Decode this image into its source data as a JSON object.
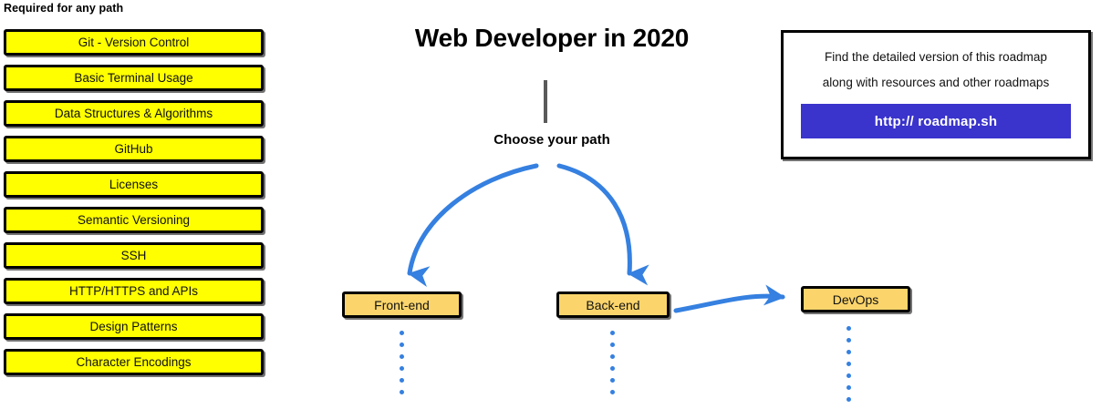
{
  "required": {
    "heading": "Required for any path",
    "items": [
      {
        "label": "Git - Version Control"
      },
      {
        "label": "Basic Terminal Usage"
      },
      {
        "label": "Data Structures & Algorithms"
      },
      {
        "label": "GitHub"
      },
      {
        "label": "Licenses"
      },
      {
        "label": "Semantic Versioning"
      },
      {
        "label": "SSH"
      },
      {
        "label": "HTTP/HTTPS and APIs"
      },
      {
        "label": "Design Patterns"
      },
      {
        "label": "Character Encodings"
      }
    ]
  },
  "center": {
    "title": "Web Developer in 2020",
    "choose_label": "Choose your path"
  },
  "paths": [
    {
      "label": "Front-end"
    },
    {
      "label": "Back-end"
    },
    {
      "label": "DevOps"
    }
  ],
  "info_card": {
    "line1": "Find the detailed version of this roadmap",
    "line2": "along with resources and other roadmaps",
    "button_label": "http:// roadmap.sh"
  },
  "colors": {
    "required_box_fill": "#ffff00",
    "path_box_fill": "#fbd56b",
    "arrow_blue": "#3580e0",
    "link_button": "#3a33cc",
    "stem_gray": "#5a5a5a",
    "outline": "#000000",
    "background": "#ffffff"
  }
}
